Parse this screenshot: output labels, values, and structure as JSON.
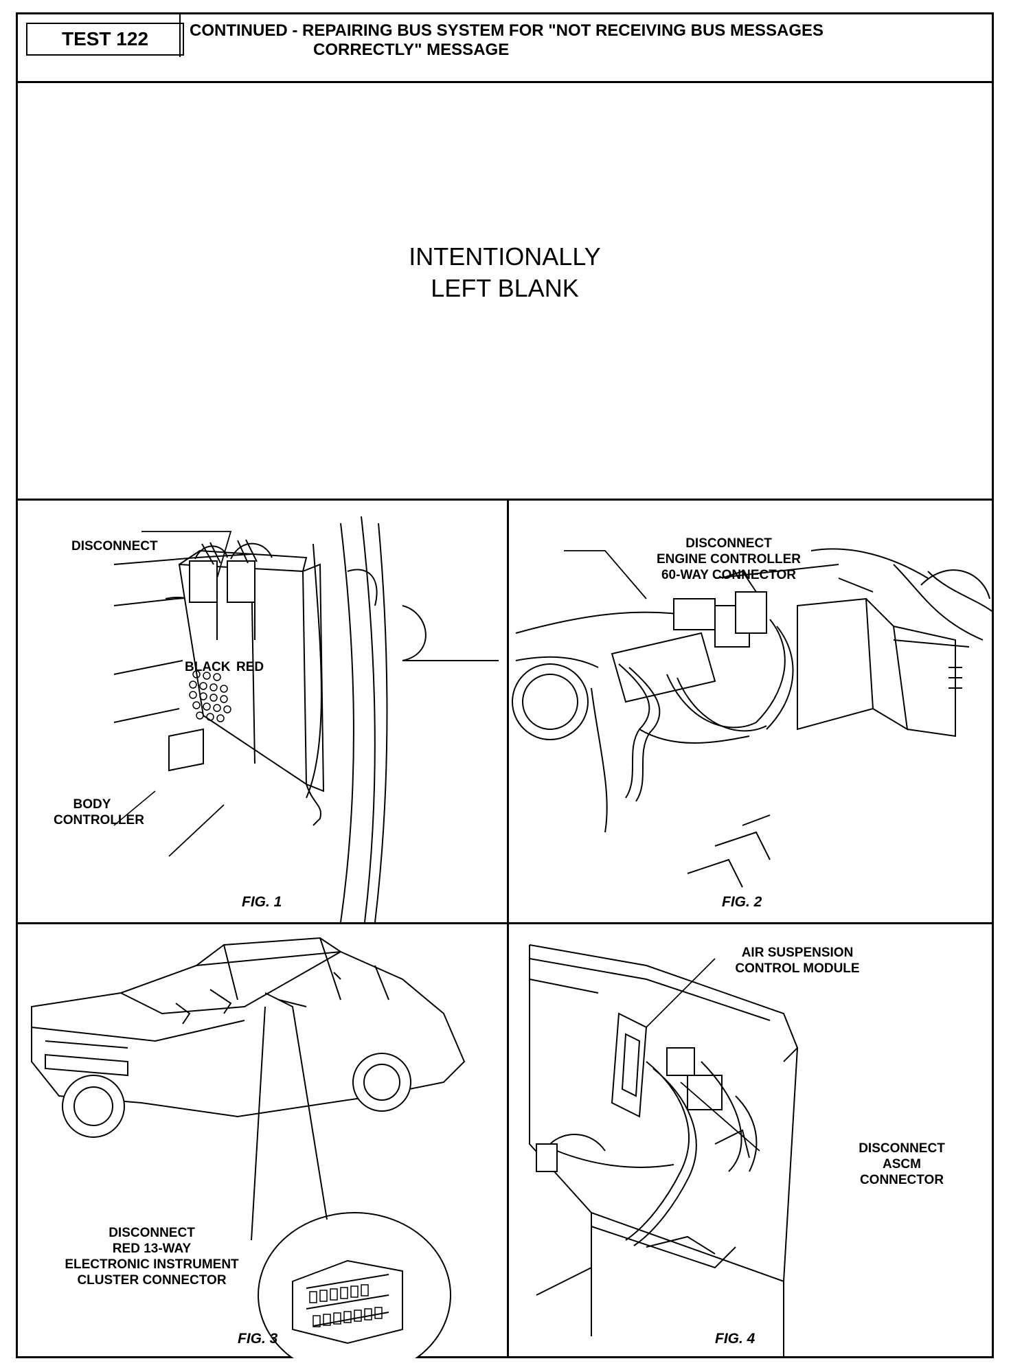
{
  "header": {
    "test_label": "TEST 122",
    "title_line1": "CONTINUED - REPAIRING BUS SYSTEM FOR \"NOT RECEIVING BUS MESSAGES",
    "title_line2": "CORRECTLY\" MESSAGE"
  },
  "blank": {
    "line1": "INTENTIONALLY",
    "line2": "LEFT BLANK"
  },
  "fig1": {
    "caption": "FIG. 1",
    "disconnect": "DISCONNECT",
    "black": "BLACK",
    "red": "RED",
    "body": "BODY",
    "controller": "CONTROLLER"
  },
  "fig2": {
    "caption": "FIG. 2",
    "line1": "DISCONNECT",
    "line2": "ENGINE CONTROLLER",
    "line3": "60-WAY CONNECTOR"
  },
  "fig3": {
    "caption": "FIG. 3",
    "line1": "DISCONNECT",
    "line2": "RED 13-WAY",
    "line3": "ELECTRONIC INSTRUMENT",
    "line4": "CLUSTER CONNECTOR"
  },
  "fig4": {
    "caption": "FIG. 4",
    "module1": "AIR SUSPENSION",
    "module2": "CONTROL MODULE",
    "conn1": "DISCONNECT",
    "conn2": "ASCM",
    "conn3": "CONNECTOR"
  }
}
